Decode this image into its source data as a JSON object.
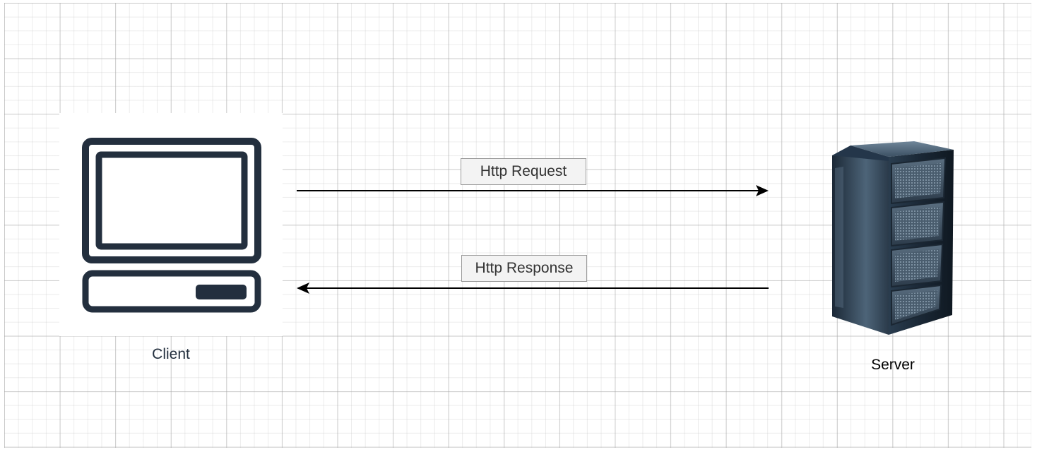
{
  "diagram": {
    "nodes": {
      "client": {
        "label": "Client",
        "icon": "desktop-computer-icon",
        "color": "#232f3e"
      },
      "server": {
        "label": "Server",
        "icon": "server-rack-icon"
      }
    },
    "edges": {
      "request": {
        "label": "Http Request",
        "from": "client",
        "to": "server"
      },
      "response": {
        "label": "Http Response",
        "from": "server",
        "to": "client"
      }
    }
  }
}
